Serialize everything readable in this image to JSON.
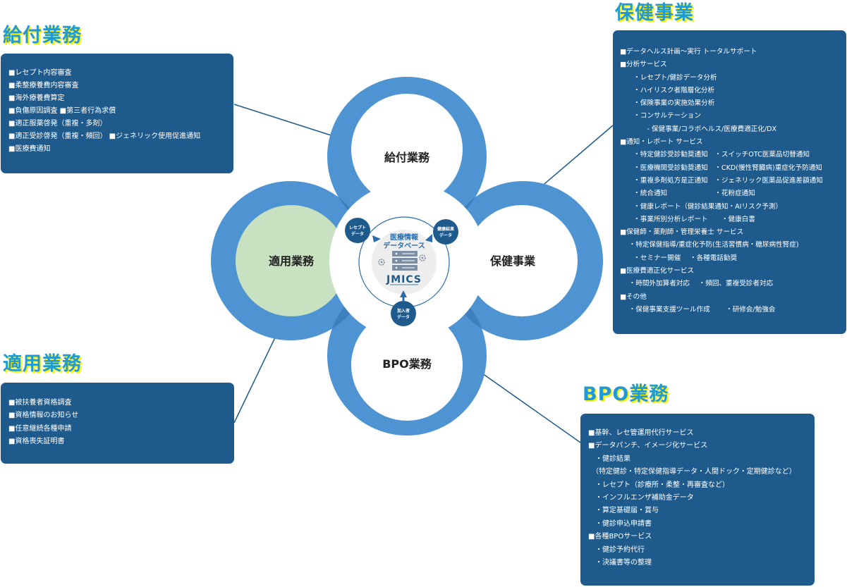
{
  "colors": {
    "accent": "#1f9ad6",
    "panel": "#1e5b8c",
    "ring": "#4f94d2",
    "ring_overlap": "#3e7fc0",
    "tekiyo_fill": "#c7e1c1",
    "heading_shadow": "#fff000"
  },
  "headings": {
    "kyufu": "給付業務",
    "hoken": "保健事業",
    "tekiyo": "適用業務",
    "bpo": "BPO業務"
  },
  "petals": {
    "kyufu": "給付業務",
    "hoken": "保健事業",
    "tekiyo": "適用業務",
    "bpo": "BPO業務"
  },
  "center": {
    "title_line1": "医療情報",
    "title_line2": "データベース",
    "logo": "JMICS",
    "nodes": [
      {
        "line1": "レセプト",
        "line2": "データ"
      },
      {
        "line1": "健康結果",
        "line2": "データ"
      },
      {
        "line1": "加入者",
        "line2": "データ"
      }
    ]
  },
  "panels": {
    "kyufu": [
      "■レセプト内容審査",
      "■柔整療養費内容審査",
      "■海外療養費算定",
      "■負傷原因調査 ■第三者行為求償",
      "■適正服薬啓発（重複・多剤）",
      "■適正受診啓発（重複・頻回） ■ジェネリック使用促進通知",
      "■医療費通知"
    ],
    "hoken": [
      "■データヘルス計画～実行 トータルサポート",
      "■分析サービス",
      "　　・レセプト/健診データ分析",
      "　　・ハイリスク者階層化分析",
      "　　・保険事業の実施効果分析",
      "　　・コンサルテーション",
      "　　　　- 保健事業/コラボヘルス/医療費適正化/DX",
      "■通知・レポート サービス",
      "　　・特定健診受診勧奨通知　・スイッチOTC医薬品切替通知",
      "　　・医療機関受診勧奨通知　・CKD(慢性腎臓病)重症化予防通知",
      "　　・重複多剤処方是正通知　・ジェネリック医薬品促進差額通知",
      "　　・統合通知　　　　　　　・花粉症通知",
      "　　・健康レポート（健診結果通知・AIリスク予測）",
      "　　・事業所別分析レポート　　・健康白書",
      "■保健師・薬剤師・管理栄養士 サービス",
      "　 ・特定保健指導/重症化予防(生活習慣病・糖尿病性腎症)",
      "　　・セミナー開催　 ・各種電話勧奨",
      "■医療費適正化サービス",
      "　 ・時間外加算者対応　 ・頻回、重複受診者対応",
      "■その他",
      "　 ・保健事業支援ツール作成　　 ・研修会/勉強会"
    ],
    "tekiyo": [
      "■被扶養者資格調査",
      "■資格情報のお知らせ",
      "■任意継続各種申請",
      "■資格喪失証明書"
    ],
    "bpo": [
      "■基幹、レセ管運用代行サービス",
      "■データパンチ、イメージ化サービス",
      "　・健診結果",
      "　（特定健診・特定保健指導データ・人間ドック・定期健診など）",
      "　・レセプト（診療所・柔整・再審査など）",
      "　・インフルエンザ補助金データ",
      "　・算定基礎届・賞与",
      "　・健診申込申請書",
      "■各種BPOサービス",
      "　・健診予約代行",
      "　・決議書等の整理"
    ]
  }
}
